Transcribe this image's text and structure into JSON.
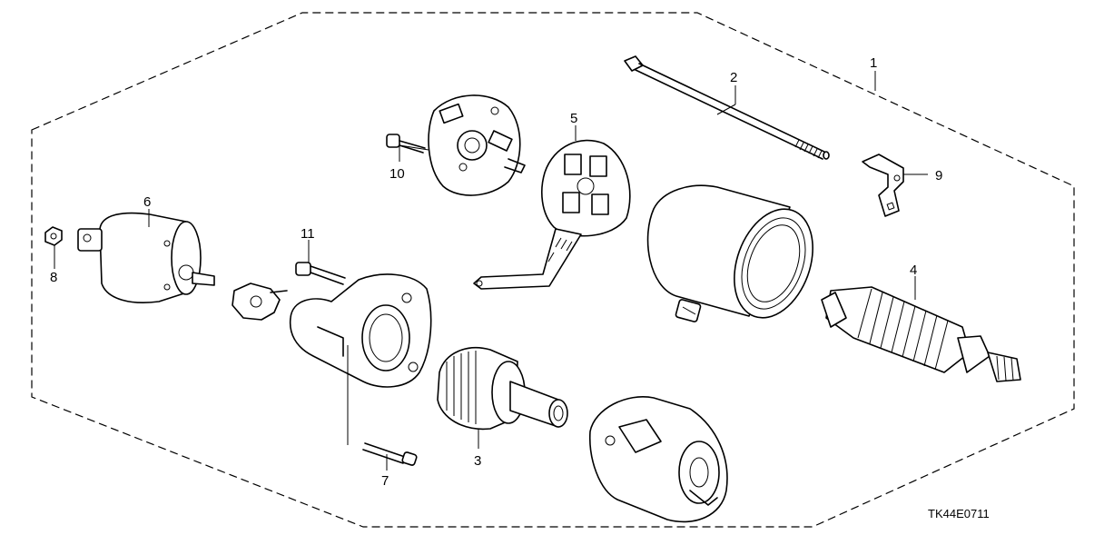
{
  "diagram": {
    "callouts": [
      "1",
      "2",
      "3",
      "4",
      "5",
      "6",
      "7",
      "8",
      "9",
      "10",
      "11"
    ],
    "drawing_code": "TK44E0711"
  }
}
